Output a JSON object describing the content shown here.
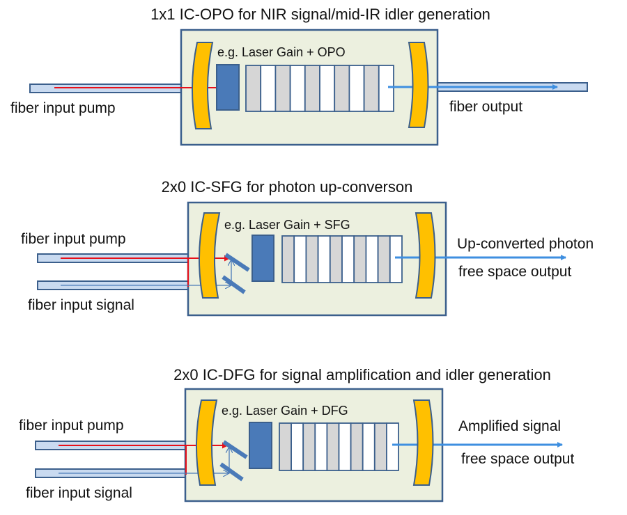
{
  "colors": {
    "box_fill": "#ecf0df",
    "box_stroke": "#3b5f8c",
    "mirror_fill": "#ffc000",
    "mirror_stroke": "#3b5f8c",
    "gain_fill": "#4a7ab8",
    "crystal_dark": "#d6d6d6",
    "crystal_light": "#ffffff",
    "fiber_fill": "#c9daf0",
    "pump_beam": "#e8101a",
    "signal_beam": "#4a7ab8",
    "output_beam": "#3e8fe0"
  },
  "panels": [
    {
      "id": "ic-opo",
      "title": "1x1 IC-OPO for NIR signal/mid-IR idler generation",
      "inner_label": "e.g. Laser Gain + OPO",
      "inputs": [
        "fiber input pump"
      ],
      "output_labels": [
        "fiber output"
      ],
      "crystal_stripes": 10,
      "output_type": "fiber"
    },
    {
      "id": "ic-sfg",
      "title": "2x0 IC-SFG for photon up-converson",
      "inner_label": "e.g. Laser Gain + SFG",
      "inputs": [
        "fiber input pump",
        "fiber input signal"
      ],
      "output_labels": [
        "Up-converted photon",
        "free space output"
      ],
      "crystal_stripes": 10,
      "output_type": "free-space"
    },
    {
      "id": "ic-dfg",
      "title": "2x0 IC-DFG for signal amplification and idler generation",
      "inner_label": "e.g. Laser Gain + DFG",
      "inputs": [
        "fiber input pump",
        "fiber input signal"
      ],
      "output_labels": [
        "Amplified signal",
        "free space output"
      ],
      "crystal_stripes": 10,
      "output_type": "free-space"
    }
  ]
}
